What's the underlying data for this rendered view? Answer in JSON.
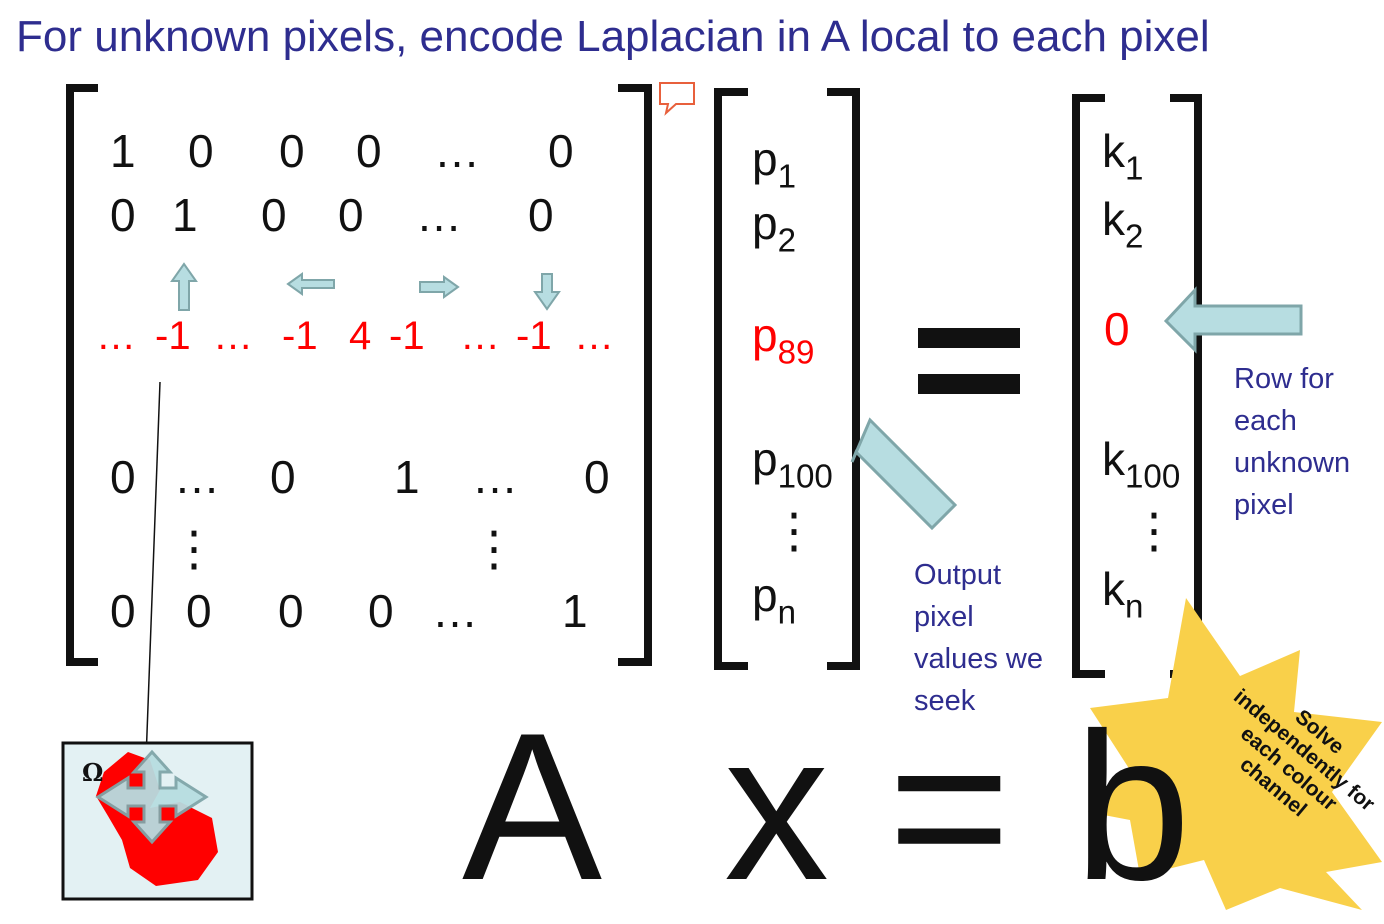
{
  "title": "For unknown pixels, encode Laplacian in A local to each pixel",
  "matrix_A": {
    "row1": [
      "1",
      "0",
      "0",
      "0",
      "…",
      "0"
    ],
    "row2": [
      "0",
      "1",
      "0",
      "0",
      "…",
      "0"
    ],
    "laplacian_row": [
      "…",
      "-1",
      "…",
      "-1",
      "4",
      "-1",
      "…",
      "-1",
      "…"
    ],
    "row_p100": [
      "0",
      "…",
      "0",
      "1",
      "…",
      "0"
    ],
    "row_last": [
      "0",
      "0",
      "0",
      "0",
      "…",
      "1"
    ],
    "vdots": "⋮"
  },
  "vector_x": {
    "p1": {
      "base": "p",
      "sub": "1"
    },
    "p2": {
      "base": "p",
      "sub": "2"
    },
    "p89": {
      "base": "p",
      "sub": "89"
    },
    "p100": {
      "base": "p",
      "sub": "100"
    },
    "pn": {
      "base": "p",
      "sub": "n"
    }
  },
  "vector_b": {
    "k1": {
      "base": "k",
      "sub": "1"
    },
    "k2": {
      "base": "k",
      "sub": "2"
    },
    "zero": "0",
    "k100": {
      "base": "k",
      "sub": "100"
    },
    "kn": {
      "base": "k",
      "sub": "n"
    }
  },
  "annotations": {
    "output_note": "Output pixel values we seek",
    "row_note": "Row for each unknown pixel",
    "burst_text": "Solve independently for each colour channel"
  },
  "equation": {
    "A": "A",
    "x": "x",
    "equals": "=",
    "b": "b"
  },
  "inset": {
    "omega": "Ω"
  },
  "colors": {
    "title": "#2e2d8f",
    "highlight": "#ff0000",
    "arrow_fill": "#b7dde1",
    "arrow_stroke": "#7fa6a9",
    "burst": "#f9d04a",
    "inset_bg": "#e3f1f3",
    "comment_icon": "#e8603c"
  }
}
